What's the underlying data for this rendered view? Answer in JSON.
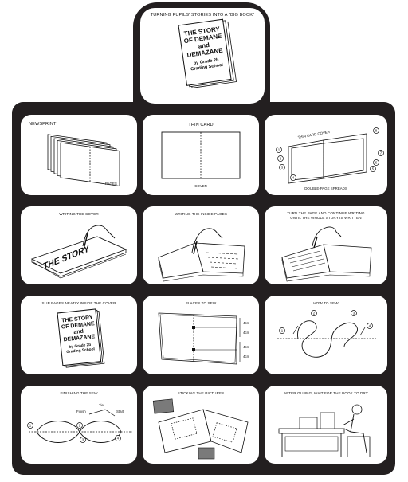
{
  "header": {
    "title": "TURNING PUPILS' STORIES INTO A \"BIG BOOK\""
  },
  "book": {
    "line1": "THE STORY",
    "line2": "OF DEMANE",
    "line3": "and",
    "line4": "DEMAZANE",
    "line5": "by Grade 2b",
    "line6": "Grading School"
  },
  "steps": {
    "newsprint": {
      "title": "NEWSPRINT",
      "pages": "PAGES"
    },
    "thin_card": {
      "title": "THIN CARD",
      "cover": "COVER"
    },
    "thin_card_cover": {
      "title": "THIN CARD COVER",
      "caption": "DOUBLE-PAGE SPREADS",
      "nums": [
        "1",
        "2",
        "3",
        "4",
        "5",
        "6",
        "7",
        "8"
      ]
    },
    "writing_cover": {
      "title": "WRITING THE COVER",
      "cover_text": "THE STORY"
    },
    "writing_inside": {
      "title": "WRITING THE INSIDE PAGES"
    },
    "turn_page": {
      "line1": "TURN THE PAGE AND CONTINUE WRITING",
      "line2": "UNTIL THE WHOLE STORY IS WRITTEN"
    },
    "slip_pages": {
      "title": "SLIP PAGES NEATLY INSIDE THE COVER"
    },
    "places_to_sew": {
      "title": "PLACES TO SEW",
      "measure": "4cm"
    },
    "how_to_sew": {
      "title": "HOW TO SEW",
      "nums": [
        "1",
        "2",
        "3",
        "4"
      ]
    },
    "finishing": {
      "title": "FINISHING THE SEW",
      "finish": "Finish",
      "tie": "Tie",
      "start": "Start",
      "nums": [
        "1",
        "2",
        "3",
        "4"
      ]
    },
    "sticking": {
      "title": "STICKING THE PICTURES"
    },
    "drying": {
      "title": "AFTER GLUING, WAIT FOR THE BOOK TO DRY"
    }
  }
}
